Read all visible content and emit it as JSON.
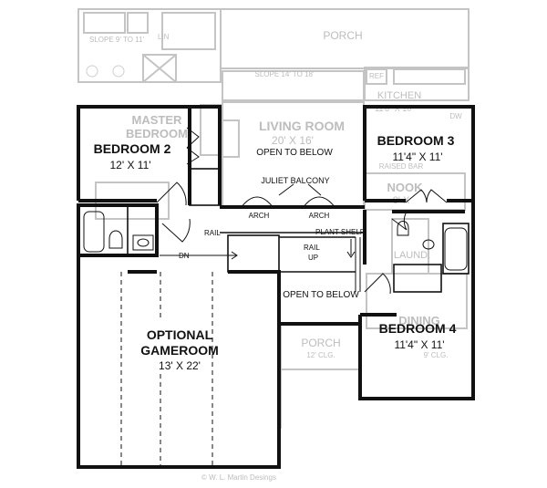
{
  "rooms": {
    "bedroom2": {
      "name": "BEDROOM 2",
      "size": "12' X 11'"
    },
    "bedroom3": {
      "name": "BEDROOM 3",
      "size": "11'4\" X 11'"
    },
    "bedroom4": {
      "name": "BEDROOM 4",
      "size": "11'4\" X 11'"
    },
    "gameroom": {
      "name": "OPTIONAL",
      "name2": "GAMEROOM",
      "size": "13' X 22'"
    }
  },
  "labels": {
    "living_room": "LIVING ROOM",
    "living_size": "20' X 16'",
    "open_below_1": "OPEN TO BELOW",
    "open_below_2": "OPEN TO BELOW",
    "juliet": "JULIET BALCONY",
    "arch1": "ARCH",
    "arch2": "ARCH",
    "rail1": "RAIL",
    "rail2": "RAIL",
    "dn": "DN",
    "up": "UP",
    "plant_shelf": "PLANT SHELF"
  },
  "ghost_labels": {
    "porch_top": "PORCH",
    "slope_left": "SLOPE 9' TO 11'",
    "lin": "LIN",
    "slope_mid": "SLOPE 14' TO 18'",
    "ref": "REF",
    "kitchen": "KITCHEN",
    "kitchen_size": "11'8\" X 10'",
    "dw": "DW",
    "master": "MASTER",
    "bedroom_partial": "BEDROOM",
    "raised": "RAISED BAR",
    "nook": "NOOK",
    "nook_size": "8' X",
    "laund": "LAUND.",
    "dining": "DINING",
    "dining_clg": "9' CLG.",
    "porch_mid": "PORCH",
    "porch_mid_clg": "12' CLG."
  },
  "credit": "© W. L. Martin Desings"
}
